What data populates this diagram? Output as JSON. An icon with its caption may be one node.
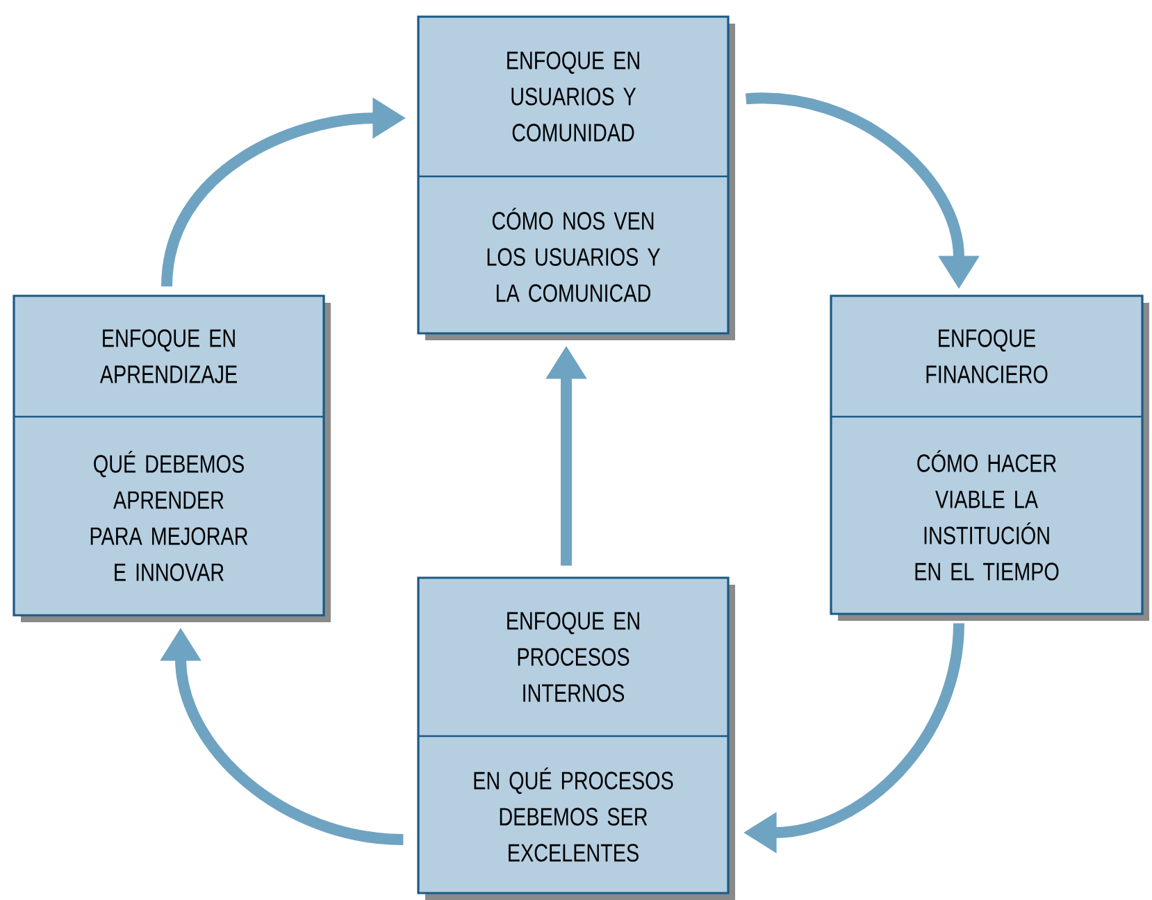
{
  "diagram": {
    "nodes": [
      {
        "text": [
          "ENFOQUE EN USUARIOS Y COMUNIDAD",
          "CÓMO NOS VEN LOS USUARIOS Y LA COMUNICAD"
        ]
      },
      {
        "text": [
          "ENFOQUE EN APRENDIZAJE",
          "QUÉ DEBEMOS APRENDER PARA MEJORAR E INNOVAR"
        ]
      },
      {
        "text": [
          "ENFOQUE FINANCIERO",
          "CÓMO HACER VIABLE LA INSTITUCIÓN EN EL TIEMPO"
        ]
      },
      {
        "text": [
          "ENFOQUE EN PROCESOS INTERNOS",
          "EN QUÉ PROCESOS DEBEMOS SER EXCELENTES"
        ]
      }
    ],
    "edges": [
      {
        "from": 0,
        "to": 2,
        "arrow": "to"
      },
      {
        "from": 2,
        "to": 3,
        "arrow": "to"
      },
      {
        "from": 3,
        "to": 1,
        "arrow": "to"
      },
      {
        "from": 1,
        "to": 0,
        "arrow": "to"
      },
      {
        "from": 3,
        "to": 0,
        "arrow": "to"
      }
    ]
  }
}
